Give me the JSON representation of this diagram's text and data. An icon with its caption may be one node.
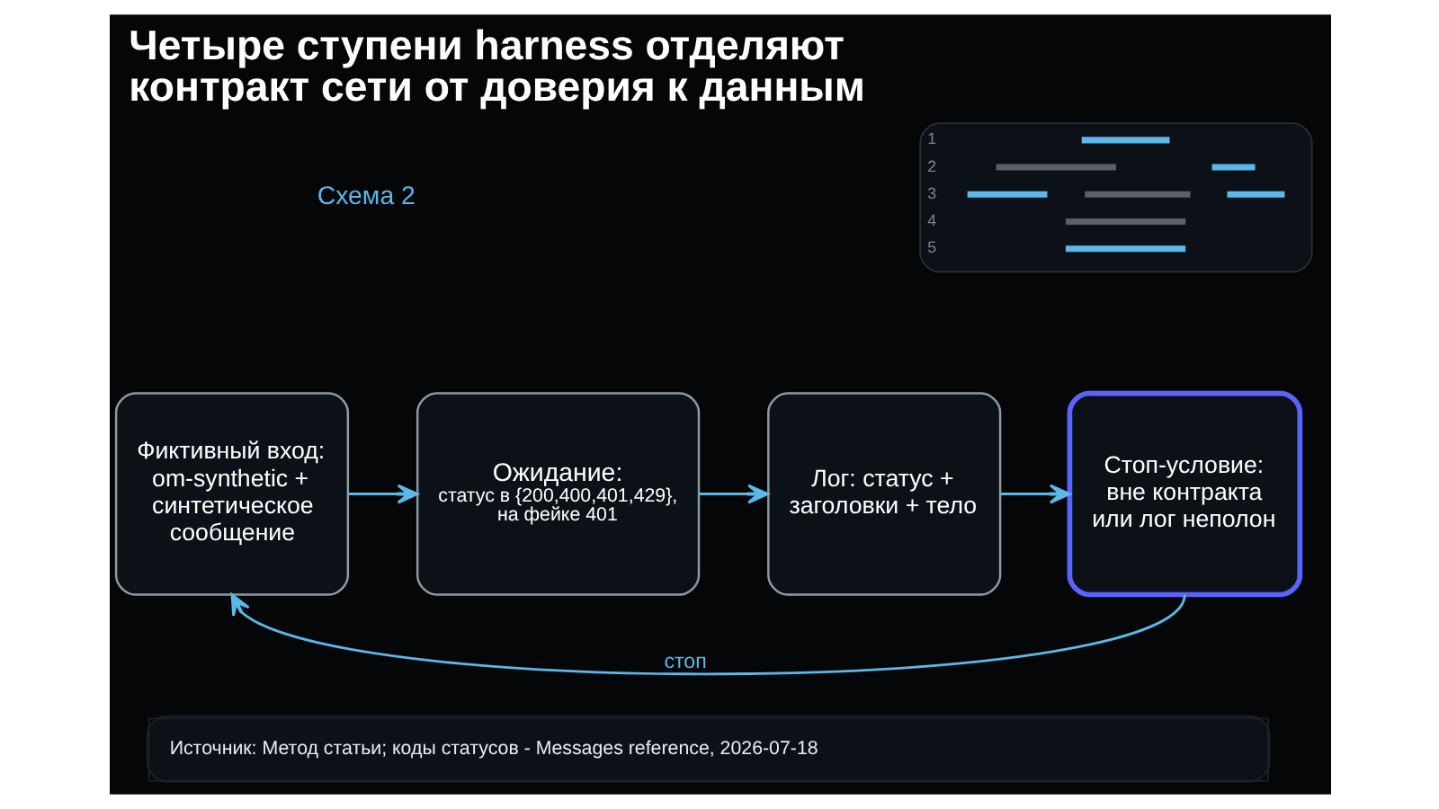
{
  "diagram": {
    "title": "Четыре ступени harness отделяют контракт сети от доверия к данным",
    "caption": "Источник: Метод статьи; коды статусов - Messages reference, 2026-07-18",
    "nodes": [
      {
        "text": [
          "Фиктивный вход: om-synthetic + синтетическое сообщение"
        ]
      },
      {
        "text": [
          "Ожидание:",
          "статус в {200,400,401,429}, на фейке 401"
        ]
      },
      {
        "text": [
          "Лог: статус + заголовки + тело"
        ]
      },
      {
        "text": [
          "Стоп-условие: вне контракта или лог неполон"
        ]
      }
    ],
    "edges": [
      {
        "from": 0,
        "to": 1,
        "arrow": "to"
      },
      {
        "from": 1,
        "to": 2,
        "arrow": "to"
      },
      {
        "from": 2,
        "to": 3,
        "arrow": "to"
      },
      {
        "from": 3,
        "to": 0,
        "arrow": "to",
        "label": "стоп"
      }
    ],
    "labels": [
      "Схема 2",
      "1",
      "2",
      "3",
      "4",
      "5"
    ]
  }
}
